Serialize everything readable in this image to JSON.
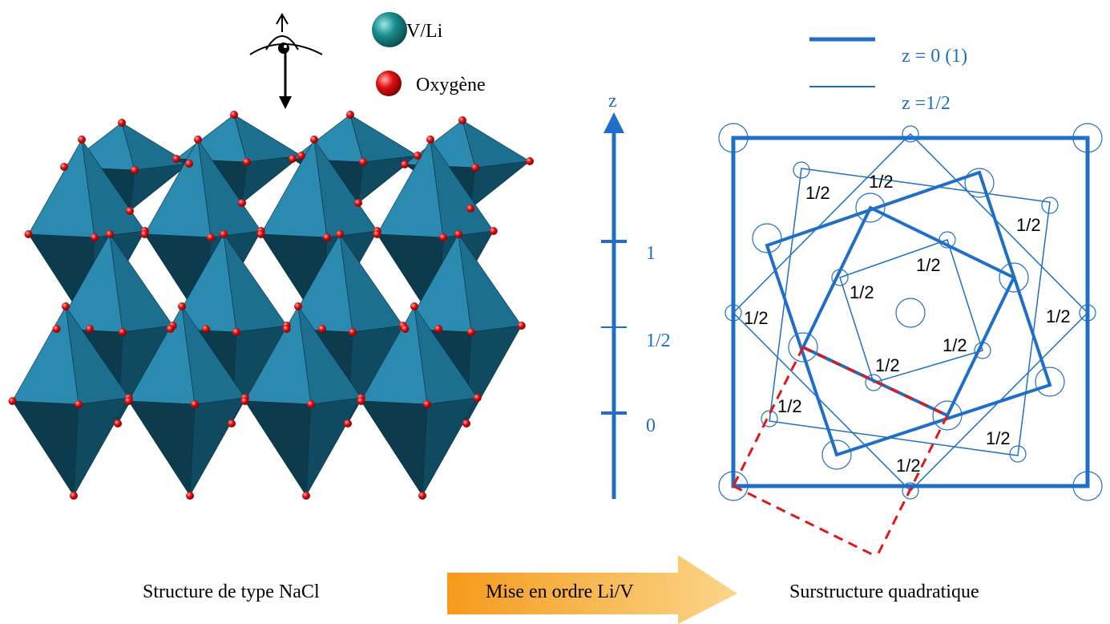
{
  "legend_atoms": {
    "metal_label": "V/Li",
    "oxygen_label": "Oxygène"
  },
  "legend_lines": {
    "thick_label": "z = 0 (1)",
    "thin_label": "z =1/2"
  },
  "z_axis": {
    "label": "z",
    "ticks": [
      "1",
      "1/2",
      "0"
    ]
  },
  "fraction_label": "1/2",
  "captions": {
    "left": "Structure de type NaCl",
    "arrow": "Mise en ordre Li/V",
    "right": "Surstructure quadratique"
  },
  "colors": {
    "blue": "#1f6fc6",
    "octa_light": "#2b8ab0",
    "octa_mid": "#1c6f8f",
    "octa_dark": "#0c3b4e",
    "oxygen": "#e01010",
    "metal": "#1a8f8f",
    "dash_red": "#e01818",
    "arrow_start": "#f59a1c",
    "arrow_end": "#fbd68a"
  },
  "icons": [
    "eye-icon",
    "arrow-down-icon"
  ]
}
